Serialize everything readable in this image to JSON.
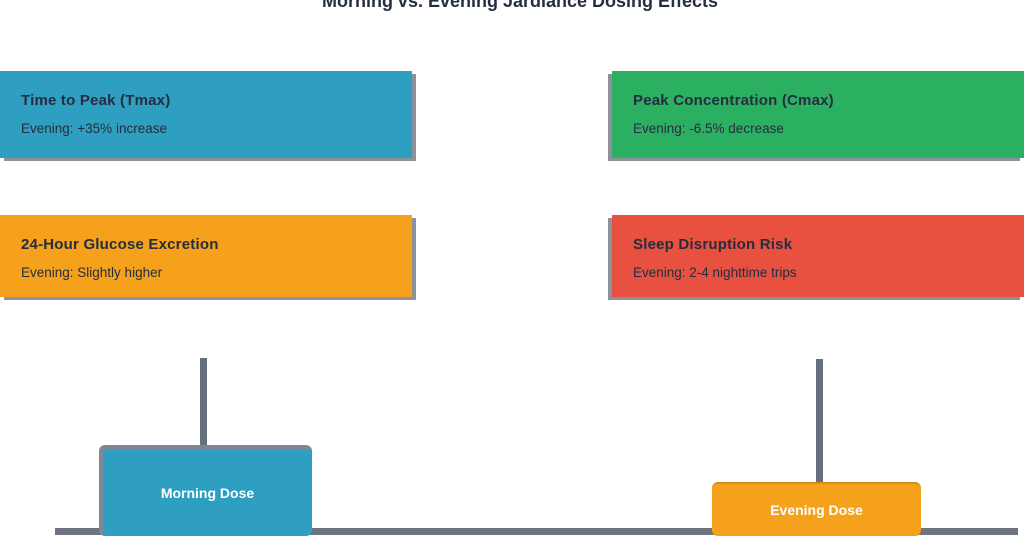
{
  "title": "Morning vs. Evening Jardiance Dosing Effects",
  "colors": {
    "teal": "#2E9FC0",
    "green": "#2BAF60",
    "orange": "#F5A11B",
    "red": "#E8503F",
    "connector_gray": "#67707f",
    "baseline_gray": "#6d7480",
    "text_navy": "#252d40"
  },
  "cards": [
    {
      "heading": "Time to Peak (Tmax)",
      "detail": "Evening: +35% increase"
    },
    {
      "heading": "Peak Concentration (Cmax)",
      "detail": "Evening: -6.5% decrease"
    },
    {
      "heading": "24-Hour Glucose Excretion",
      "detail": "Evening: Slightly higher"
    },
    {
      "heading": "Sleep Disruption Risk",
      "detail": "Evening: 2-4 nighttime trips"
    }
  ],
  "nodes": [
    {
      "label": "Morning Dose"
    },
    {
      "label": "Evening Dose"
    }
  ]
}
